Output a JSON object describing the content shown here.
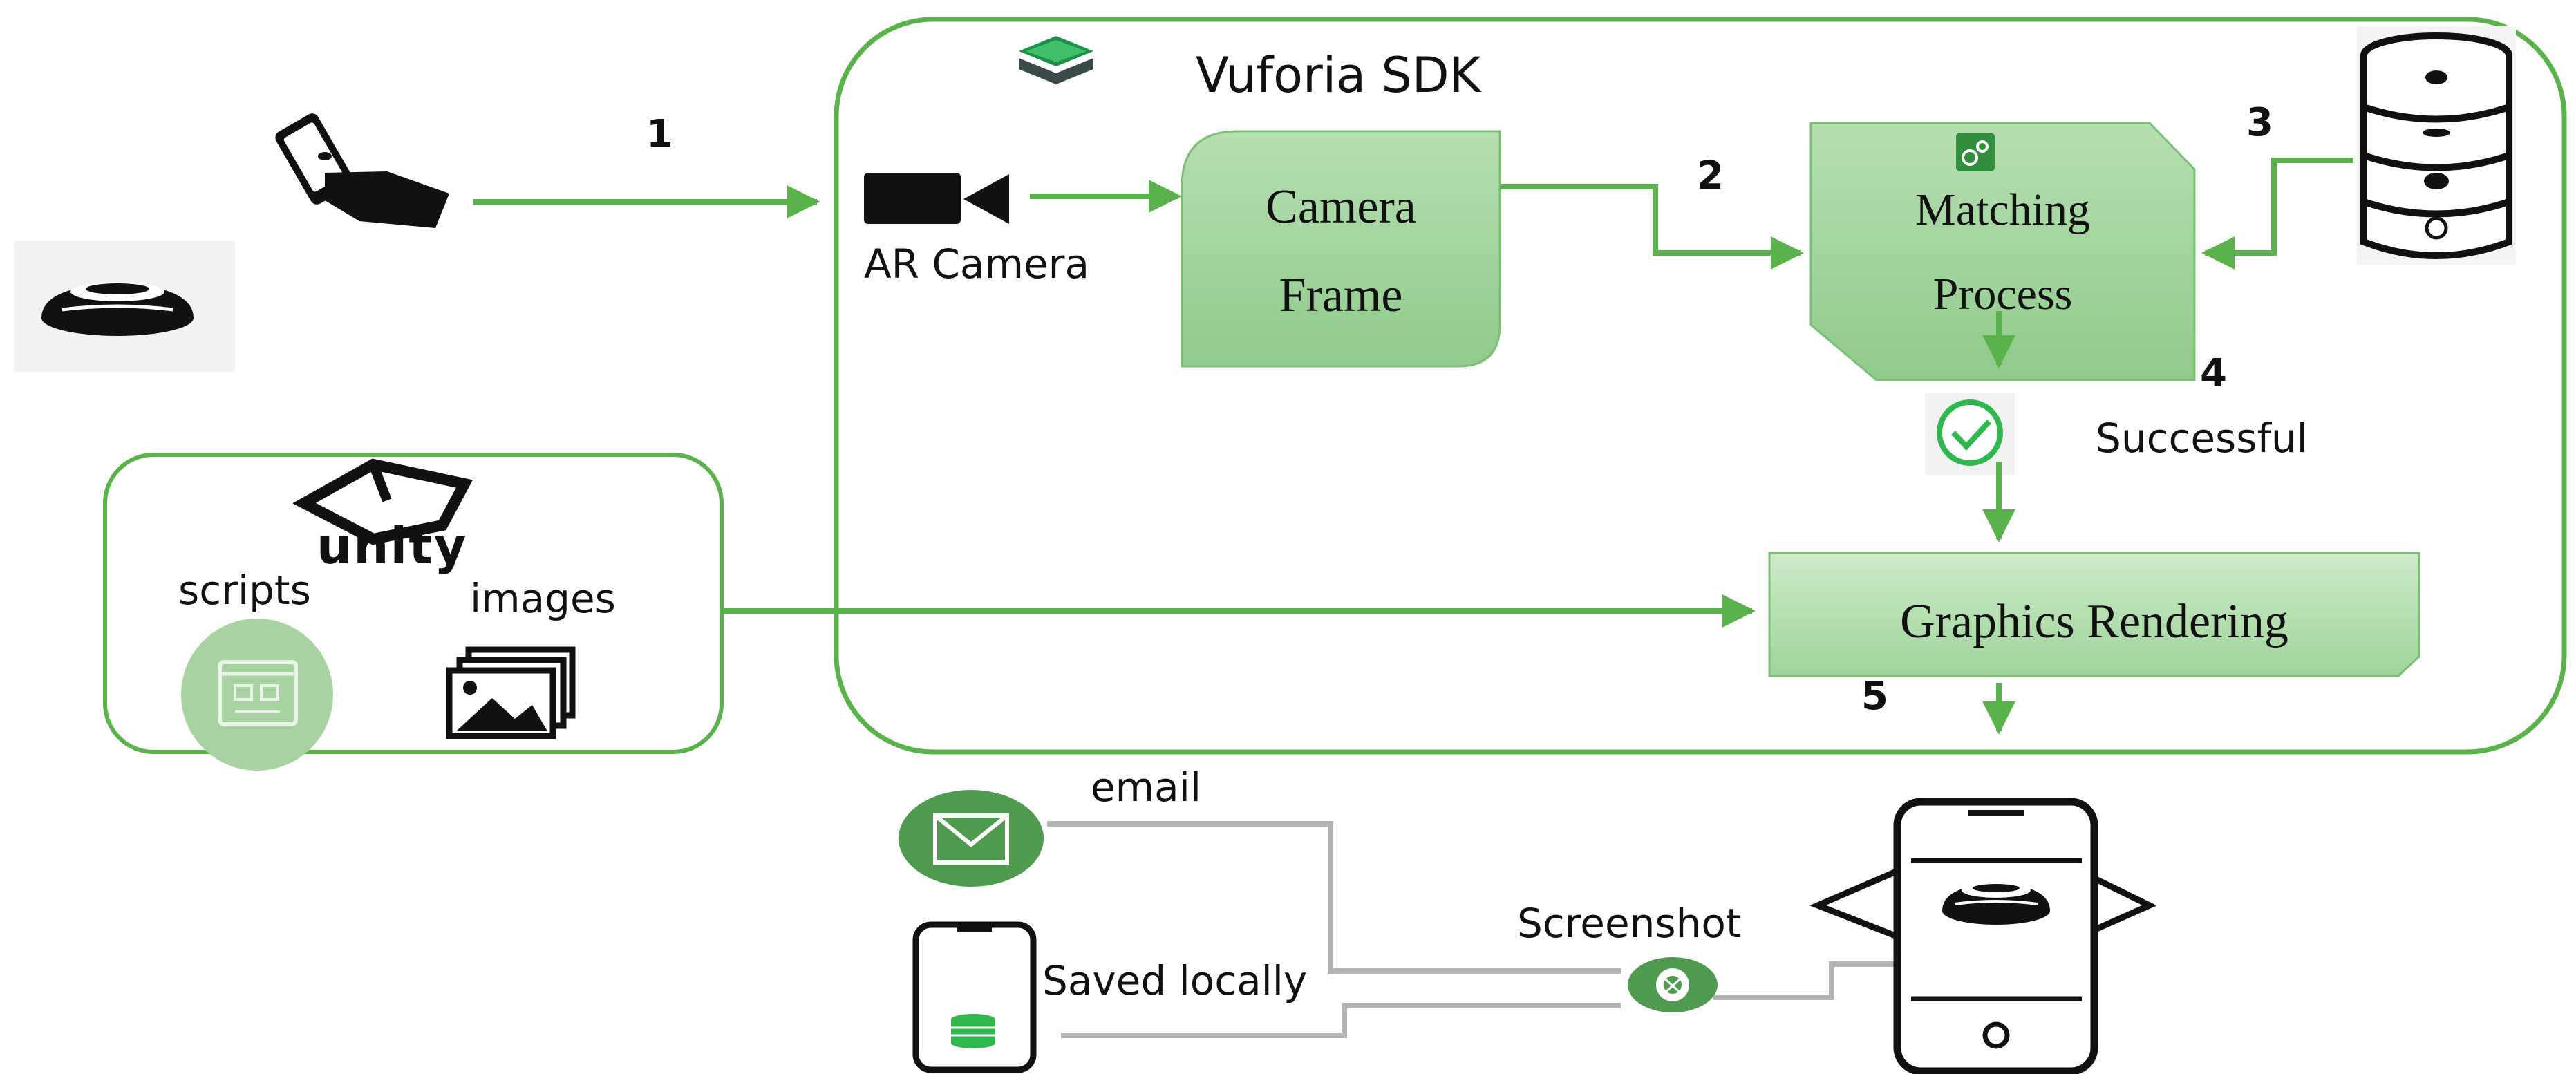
{
  "header": {
    "sdk_label": "Vuforia SDK"
  },
  "steps": {
    "s1": "1",
    "s2": "2",
    "s3": "3",
    "s4": "4",
    "s5": "5"
  },
  "camera": {
    "label": "AR Camera"
  },
  "boxes": {
    "camera_frame_line1": "Camera",
    "camera_frame_line2": "Frame",
    "matching_line1": "Matching",
    "matching_line2": "Process",
    "graphics_rendering": "Graphics Rendering"
  },
  "status": {
    "successful": "Successful"
  },
  "unity_panel": {
    "logo_text": "unity",
    "scripts_label": "scripts",
    "images_label": "images"
  },
  "outputs": {
    "email": "email",
    "saved_locally": "Saved locally",
    "screenshot": "Screenshot"
  },
  "icons": {
    "hand_phone": "hand-holding-phone-icon",
    "target_object": "button-object-icon",
    "video_camera": "video-camera-icon",
    "database": "database-icon",
    "check": "check-circle-icon",
    "unity_logo": "unity-logo-icon",
    "script": "script-icon",
    "images": "images-icon",
    "email": "email-icon",
    "phone": "phone-storage-icon",
    "shutter": "camera-shutter-icon",
    "ar_phone": "ar-phone-icon"
  },
  "colors": {
    "accent_green": "#5ab34a",
    "box_fill": "#9fd49b",
    "box_fill_light": "#c7e8c3",
    "line_gray": "#b4b4b4",
    "dark": "#111111"
  }
}
